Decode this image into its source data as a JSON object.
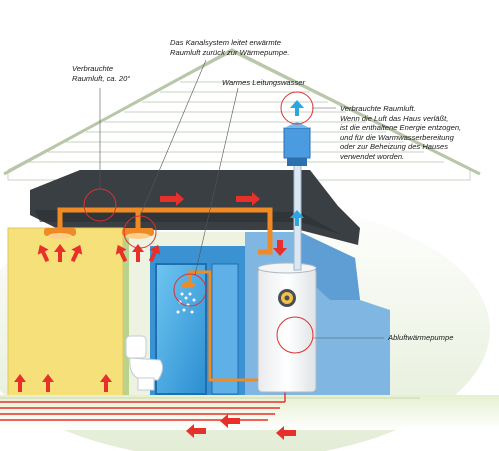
{
  "labels": {
    "used_air_room": {
      "line1": "Verbrauchte",
      "line2": "Raumluft, ca. 20°"
    },
    "duct_system": {
      "line1": "Das Kanalsystem leitet erwärmte",
      "line2": "Raumluft zurück zur Wärmepumpe."
    },
    "warm_water": {
      "line1": "Warmes Leitungswasser"
    },
    "used_air_exit": {
      "line1": "Verbrauchte Raumluft.",
      "line2": "Wenn die Luft das Haus verläßt,",
      "line3": "ist die enthaltene Energie entzogen,",
      "line4": "und für die Warmwasserbereitung",
      "line5": "oder zur Beheizung des Hauses",
      "line6": "verwendet worden."
    },
    "heat_pump": {
      "line1": "Abluftwärmepumpe"
    }
  },
  "colors": {
    "duct": "#f08a24",
    "arrow_red": "#e8302a",
    "arrow_blue": "#2aa6e0",
    "roof": "#3a3f44",
    "wall_yellow": "#f6e07a",
    "wall_blue": "#7fb6e2",
    "bathroom": "#2f8fd4",
    "sky_green": "#d7e8b8",
    "callout_red": "#e03030"
  }
}
